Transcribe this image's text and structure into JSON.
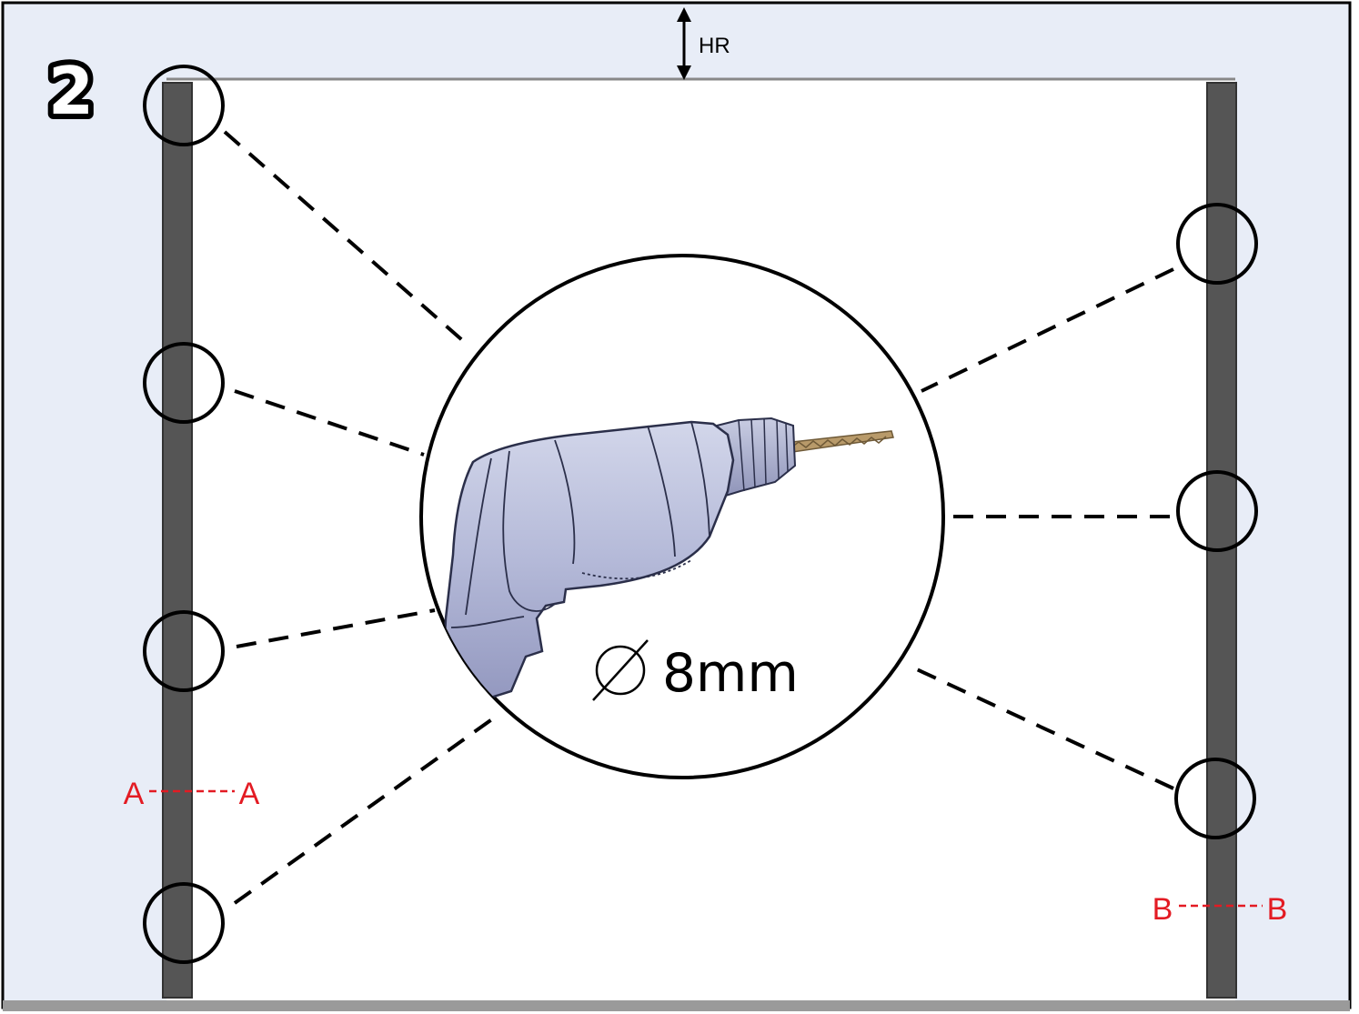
{
  "step_number": "2",
  "dimension": {
    "label": "HR"
  },
  "drill": {
    "label": "8mm"
  },
  "sections": [
    {
      "left": "A",
      "right": "A"
    },
    {
      "left": "B",
      "right": "B"
    }
  ],
  "colors": {
    "frame_fill": "#e8edf7",
    "panel_fill": "#ffffff",
    "rail": "#555555",
    "section_label": "#e31b23",
    "outline": "#000000",
    "drill_body": "#aeb4d4"
  }
}
